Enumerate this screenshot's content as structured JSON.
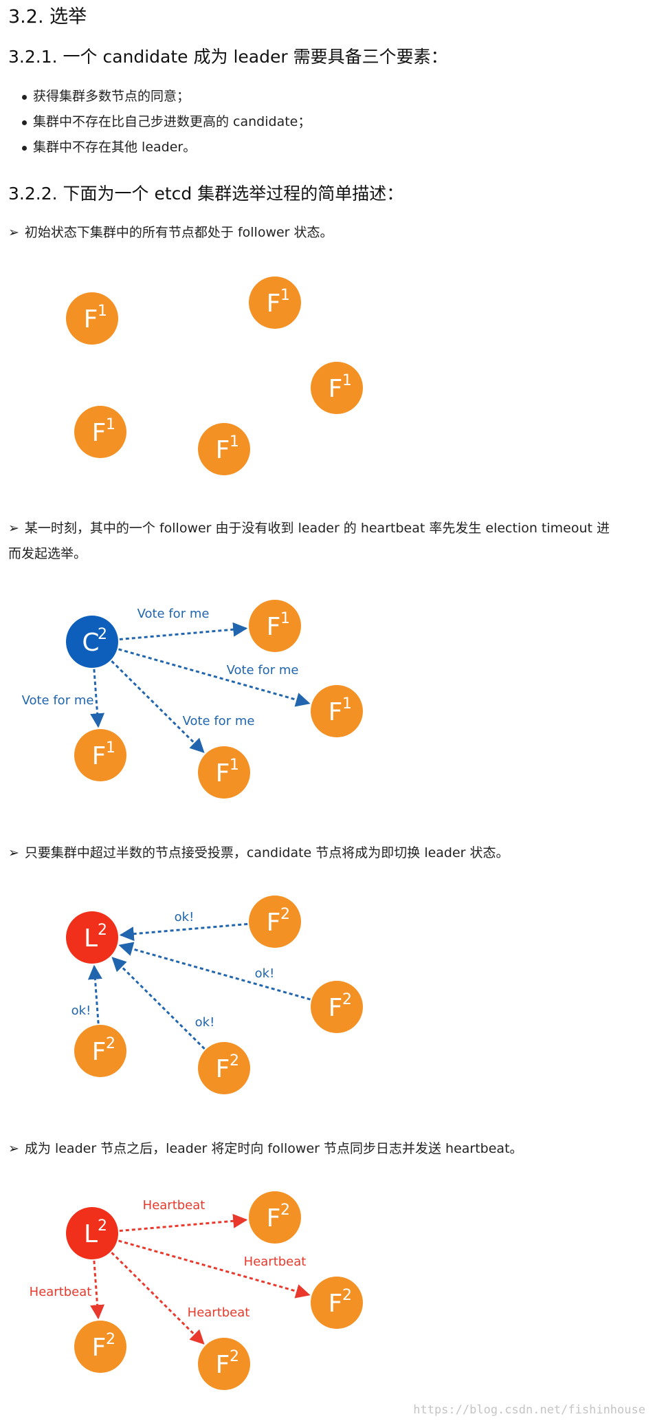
{
  "headings": {
    "h_3_2": "3.2. 选举",
    "h_3_2_1": "3.2.1. 一个 candidate 成为 leader 需要具备三个要素：",
    "h_3_2_2": "3.2.2. 下面为一个 etcd 集群选举过程的简单描述："
  },
  "requirements": [
    "获得集群多数节点的同意；",
    "集群中不存在比自己步进数更高的 candidate；",
    "集群中不存在其他 leader。"
  ],
  "bullet_symbol": "➢",
  "steps": [
    {
      "text": "初始状态下集群中的所有节点都处于 follower 状态。"
    },
    {
      "text": "某一时刻，其中的一个 follower 由于没有收到 leader 的 heartbeat 率先发生 election timeout 进",
      "text2": "而发起选举。"
    },
    {
      "text": "只要集群中超过半数的节点接受投票，candidate 节点将成为即切换 leader 状态。"
    },
    {
      "text": "成为 leader 节点之后，leader 将定时向 follower 节点同步日志并发送 heartbeat。"
    }
  ],
  "colors": {
    "follower": "#f39124",
    "candidate": "#0e5fbb",
    "leader": "#f0301a",
    "vote_arrow": "#2065ad",
    "heartbeat_arrow": "#e8392c"
  },
  "diagrams": [
    {
      "nodes": [
        {
          "letter": "F",
          "term": "1",
          "role": "follower"
        },
        {
          "letter": "F",
          "term": "1",
          "role": "follower"
        },
        {
          "letter": "F",
          "term": "1",
          "role": "follower"
        },
        {
          "letter": "F",
          "term": "1",
          "role": "follower"
        },
        {
          "letter": "F",
          "term": "1",
          "role": "follower"
        }
      ],
      "arrows": []
    },
    {
      "nodes": [
        {
          "letter": "C",
          "term": "2",
          "role": "candidate"
        },
        {
          "letter": "F",
          "term": "1",
          "role": "follower"
        },
        {
          "letter": "F",
          "term": "1",
          "role": "follower"
        },
        {
          "letter": "F",
          "term": "1",
          "role": "follower"
        },
        {
          "letter": "F",
          "term": "1",
          "role": "follower"
        }
      ],
      "arrows": [
        {
          "from": 0,
          "to": 1,
          "label": "Vote for me",
          "style": "vote"
        },
        {
          "from": 0,
          "to": 2,
          "label": "Vote for me",
          "style": "vote"
        },
        {
          "from": 0,
          "to": 3,
          "label": "Vote for me",
          "style": "vote"
        },
        {
          "from": 0,
          "to": 4,
          "label": "Vote for me",
          "style": "vote"
        }
      ]
    },
    {
      "nodes": [
        {
          "letter": "L",
          "term": "2",
          "role": "leader"
        },
        {
          "letter": "F",
          "term": "2",
          "role": "follower"
        },
        {
          "letter": "F",
          "term": "2",
          "role": "follower"
        },
        {
          "letter": "F",
          "term": "2",
          "role": "follower"
        },
        {
          "letter": "F",
          "term": "2",
          "role": "follower"
        }
      ],
      "arrows": [
        {
          "from": 1,
          "to": 0,
          "label": "ok!",
          "style": "vote"
        },
        {
          "from": 2,
          "to": 0,
          "label": "ok!",
          "style": "vote"
        },
        {
          "from": 3,
          "to": 0,
          "label": "ok!",
          "style": "vote"
        },
        {
          "from": 4,
          "to": 0,
          "label": "ok!",
          "style": "vote"
        }
      ]
    },
    {
      "nodes": [
        {
          "letter": "L",
          "term": "2",
          "role": "leader"
        },
        {
          "letter": "F",
          "term": "2",
          "role": "follower"
        },
        {
          "letter": "F",
          "term": "2",
          "role": "follower"
        },
        {
          "letter": "F",
          "term": "2",
          "role": "follower"
        },
        {
          "letter": "F",
          "term": "2",
          "role": "follower"
        }
      ],
      "arrows": [
        {
          "from": 0,
          "to": 1,
          "label": "Heartbeat",
          "style": "heartbeat"
        },
        {
          "from": 0,
          "to": 2,
          "label": "Heartbeat",
          "style": "heartbeat"
        },
        {
          "from": 0,
          "to": 3,
          "label": "Heartbeat",
          "style": "heartbeat"
        },
        {
          "from": 0,
          "to": 4,
          "label": "Heartbeat",
          "style": "heartbeat"
        }
      ]
    }
  ],
  "watermark": "https://blog.csdn.net/fishinhouse"
}
